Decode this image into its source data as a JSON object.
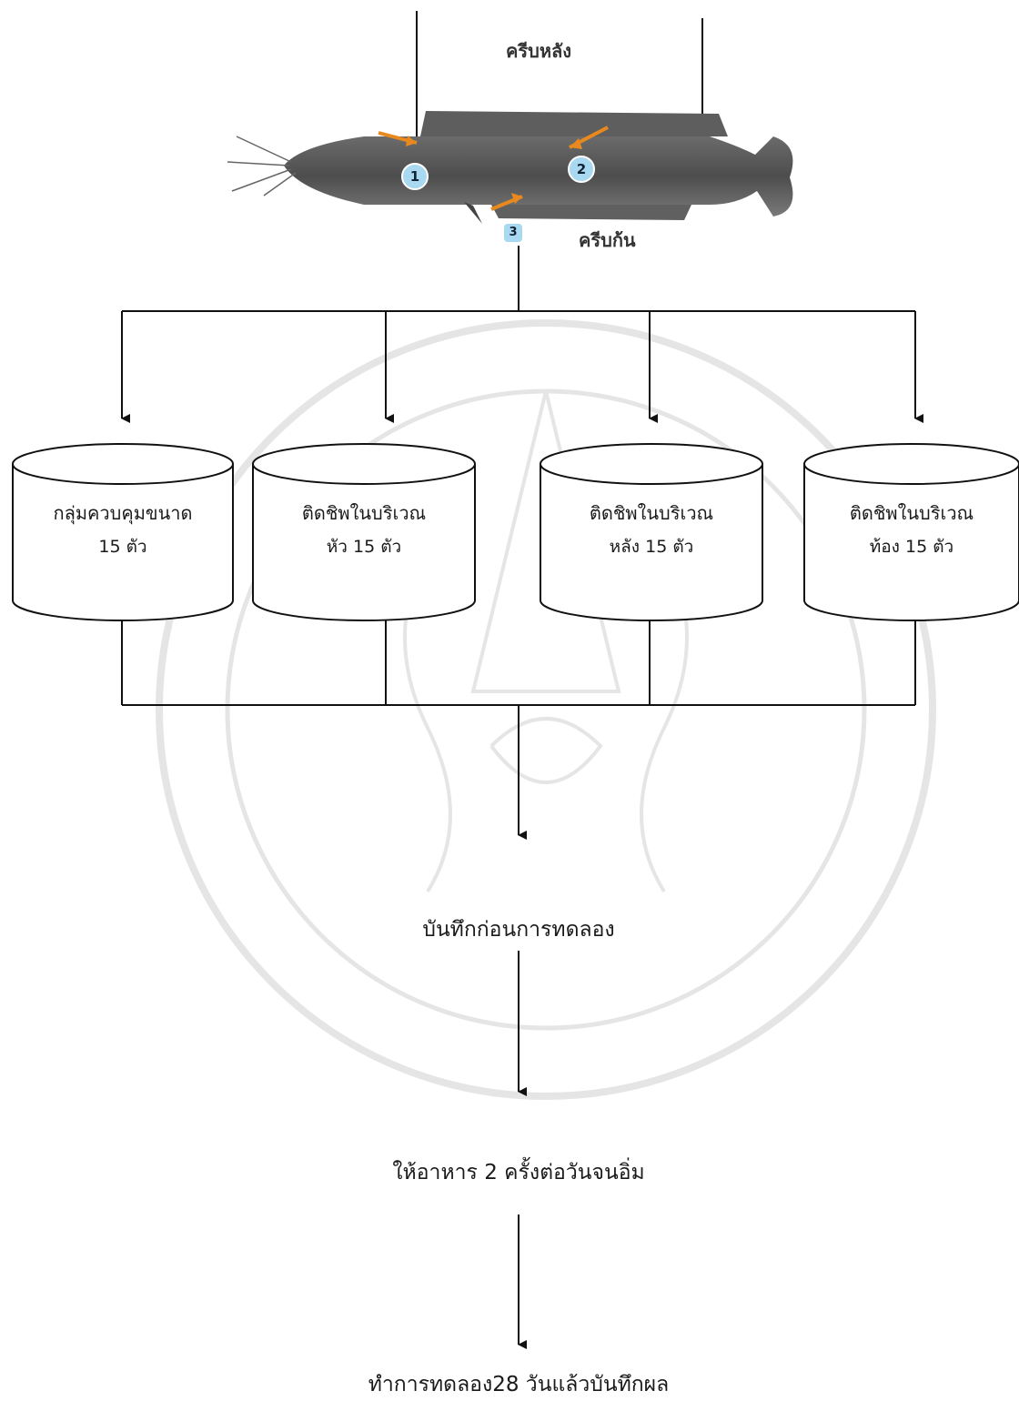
{
  "fish": {
    "dorsal_fin_label": "ครีบหลัง",
    "anal_fin_label": "ครีบก้น",
    "markers": [
      "1",
      "2",
      "3"
    ]
  },
  "groups": [
    {
      "line1": "กลุ่มควบคุมขนาด",
      "line2": "15 ตัว"
    },
    {
      "line1": "ติดชิพในบริเวณ",
      "line2": "หัว 15 ตัว"
    },
    {
      "line1": "ติดชิพในบริเวณ",
      "line2": "หลัง  15 ตัว"
    },
    {
      "line1": "ติดชิพในบริเวณ",
      "line2": "ท้อง 15 ตัว"
    }
  ],
  "steps": {
    "before": "บันทึกก่อนการทดลอง",
    "feeding": "ให้อาหาร 2 ครั้งต่อวันจนอิ่ม",
    "result": "ทำการทดลอง28 วันแล้วบันทึกผล"
  },
  "colors": {
    "line": "#111111",
    "arrow_orange": "#e8891f",
    "marker_fill": "#a9d9f0",
    "fish_body": "#5a5a5a",
    "watermark": "#cfcfcf"
  }
}
